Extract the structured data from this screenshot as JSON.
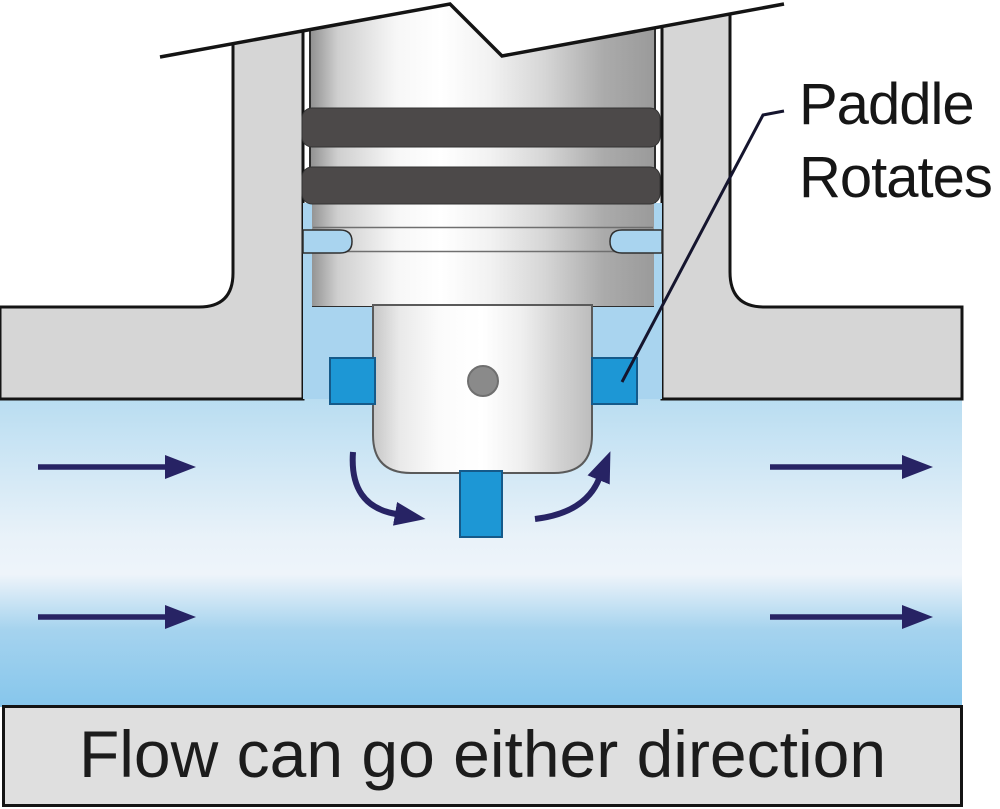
{
  "diagram": {
    "caption": "Flow can go either direction",
    "annotation": {
      "line1": "Paddle",
      "line2": "Rotates"
    },
    "colors": {
      "wall_gray": "#d6d6d6",
      "caption_bar_gray": "#dfdfdf",
      "oring_dark_gray": "#4c4949",
      "paddle_blue": "#1d97d5",
      "bore_water_blue": "#a9d4ef",
      "groove_water_blue": "#a9d4ef",
      "arrow_navy": "#272364",
      "outline_black": "#141414",
      "axle_pin_gray": "#8a8a8a",
      "water_top": "#b9ddf1",
      "water_middle": "#eef4fa",
      "water_bottom": "#86c6ec"
    },
    "flow_arrows": [
      {
        "id": "flow-arrow-top-left",
        "direction": "right"
      },
      {
        "id": "flow-arrow-top-right",
        "direction": "right"
      },
      {
        "id": "flow-arrow-bottom-left",
        "direction": "right"
      },
      {
        "id": "flow-arrow-bottom-right",
        "direction": "right"
      }
    ],
    "rotation_arrows": [
      {
        "id": "rotation-arrow-left",
        "direction": "sweep-down"
      },
      {
        "id": "rotation-arrow-right",
        "direction": "sweep-up"
      }
    ],
    "components": [
      "pipe-wall-left",
      "pipe-wall-right",
      "water-channel",
      "sensor-body",
      "o-ring-upper",
      "o-ring-lower",
      "paddle-blade-left",
      "paddle-blade-right",
      "paddle-blade-bottom",
      "axle-pin"
    ]
  }
}
